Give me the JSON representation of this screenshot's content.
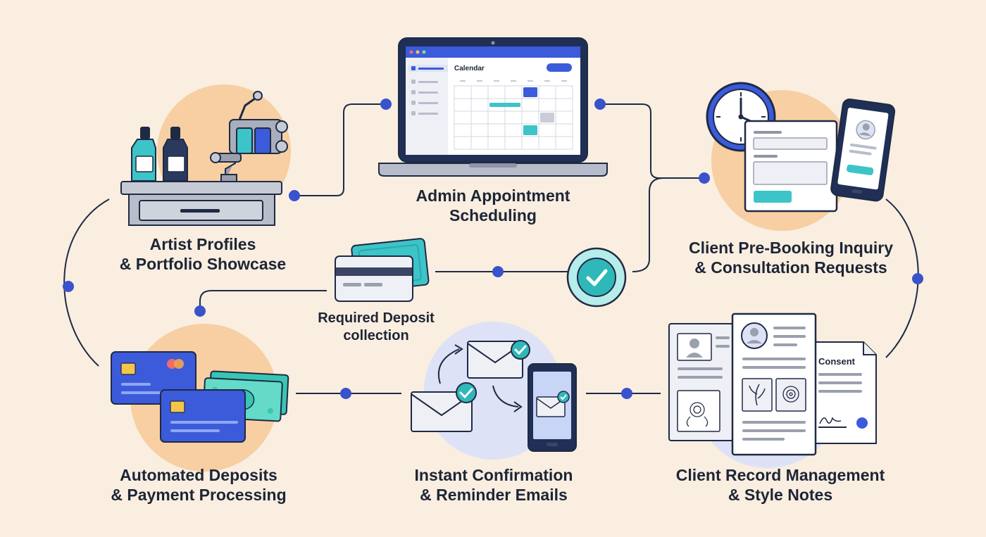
{
  "nodes": {
    "artist": {
      "line1": "Artist Profiles",
      "line2": "& Portfolio Showcase"
    },
    "admin": {
      "line1": "Admin Appointment",
      "line2": "Scheduling"
    },
    "inquiry": {
      "line1": "Client Pre-Booking Inquiry",
      "line2": "& Consultation Requests"
    },
    "deposit": {
      "line1": "Required Deposit",
      "line2": "collection"
    },
    "payments": {
      "line1": "Automated Deposits",
      "line2": "& Payment Processing"
    },
    "emails": {
      "line1": "Instant Confirmation",
      "line2": "& Reminder Emails"
    },
    "records": {
      "line1": "Client Record Management",
      "line2": "& Style Notes"
    }
  },
  "laptop": {
    "screen_title": "Calendar"
  },
  "document": {
    "consent_label": "Consent"
  },
  "colors": {
    "background": "#f9eee0",
    "connector": "#1f2a44",
    "dot": "#3a52cc",
    "teal": "#3cc4c8",
    "blue": "#3b5bdb",
    "peach": "#f7cfa3",
    "lavender": "#dde2f7"
  }
}
